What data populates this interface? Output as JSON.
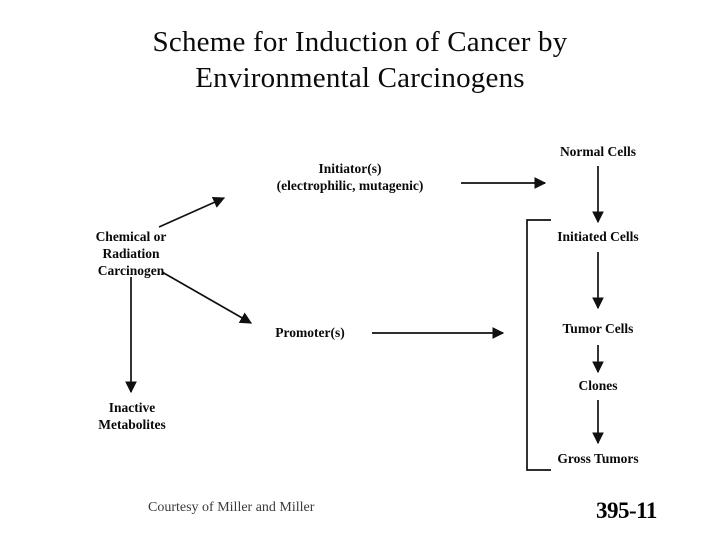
{
  "title": {
    "line1": "Scheme for Induction of Cancer by",
    "line2": "Environmental Carcinogens"
  },
  "nodes": {
    "source": {
      "line1": "Chemical or",
      "line2": "Radiation",
      "line3": "Carcinogen"
    },
    "initiator": {
      "line1": "Initiator(s)",
      "line2": "(electrophilic, mutagenic)"
    },
    "promoter": {
      "line1": "Promoter(s)"
    },
    "inactive": {
      "line1": "Inactive",
      "line2": "Metabolites"
    },
    "normal_cells": {
      "label": "Normal Cells"
    },
    "initiated_cells": {
      "label": "Initiated Cells"
    },
    "tumor_cells": {
      "label": "Tumor Cells"
    },
    "clones": {
      "label": "Clones"
    },
    "gross_tumors": {
      "label": "Gross Tumors"
    }
  },
  "footer": {
    "credit": "Courtesy of Miller and Miller",
    "slide_number": "395-11"
  },
  "colors": {
    "background": "#ffffff",
    "text": "#000000",
    "title_text": "#0b0b0b",
    "credit_text": "#3a3a3a",
    "stroke": "#101010"
  },
  "chart_data": {
    "type": "diagram",
    "title": "Scheme for Induction of Cancer by Environmental Carcinogens",
    "nodes": [
      "Chemical or Radiation Carcinogen",
      "Initiator(s) (electrophilic, mutagenic)",
      "Promoter(s)",
      "Inactive Metabolites",
      "Normal Cells",
      "Initiated Cells",
      "Tumor Cells",
      "Clones",
      "Gross Tumors"
    ],
    "edges": [
      {
        "from": "Chemical or Radiation Carcinogen",
        "to": "Initiator(s) (electrophilic, mutagenic)"
      },
      {
        "from": "Chemical or Radiation Carcinogen",
        "to": "Promoter(s)"
      },
      {
        "from": "Chemical or Radiation Carcinogen",
        "to": "Inactive Metabolites"
      },
      {
        "from": "Initiator(s) (electrophilic, mutagenic)",
        "to": "Normal Cells"
      },
      {
        "from": "Normal Cells",
        "to": "Initiated Cells"
      },
      {
        "from": "Initiated Cells",
        "to": "Tumor Cells"
      },
      {
        "from": "Tumor Cells",
        "to": "Clones"
      },
      {
        "from": "Clones",
        "to": "Gross Tumors"
      },
      {
        "from": "Promoter(s)",
        "to": "Initiated Cells / Tumor Cells / Clones / Gross Tumors (bracket)"
      }
    ]
  }
}
